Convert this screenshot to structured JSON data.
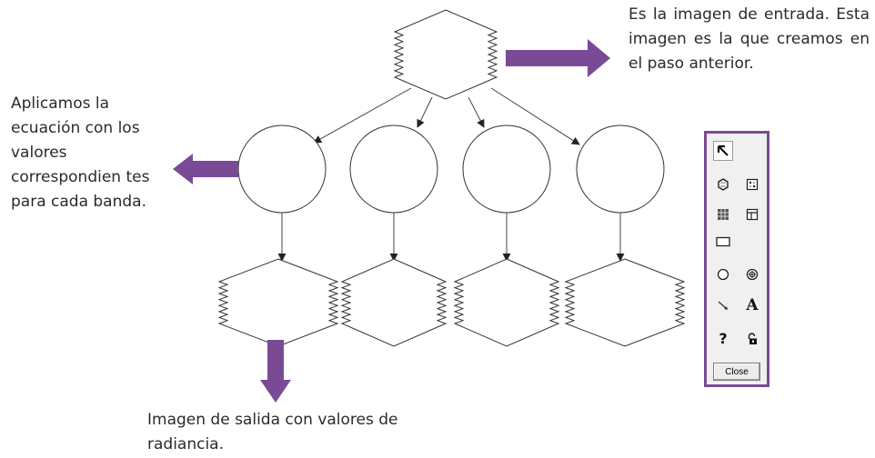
{
  "annotations": {
    "input_note": "Es la imagen de entrada. Esta imagen es la que creamos en el paso anterior.",
    "equation_note": "Aplicamos la ecuación con los valores correspondien tes para cada banda.",
    "output_note": "Imagen de salida con valores de radiancia."
  },
  "colors": {
    "accent_arrow": "#7b4a96",
    "node_stroke": "#333333",
    "palette_border": "#7b4a96"
  },
  "diagram": {
    "input_node": "raster-hexagon",
    "function_nodes": 4,
    "output_nodes": 4,
    "output_node": "raster-hexagon"
  },
  "tool_palette": {
    "tools": [
      "arrow-pointer-icon",
      "hexagon-raster-icon",
      "grid-dots-icon",
      "table-icon",
      "window-layout-icon",
      "rectangle-icon",
      "circle-icon",
      "circle-cross-icon",
      "connector-icon",
      "text-tool-icon",
      "help-icon",
      "lock-icon"
    ],
    "text_tool_glyph": "A",
    "help_glyph": "?",
    "close_label": "Close"
  }
}
